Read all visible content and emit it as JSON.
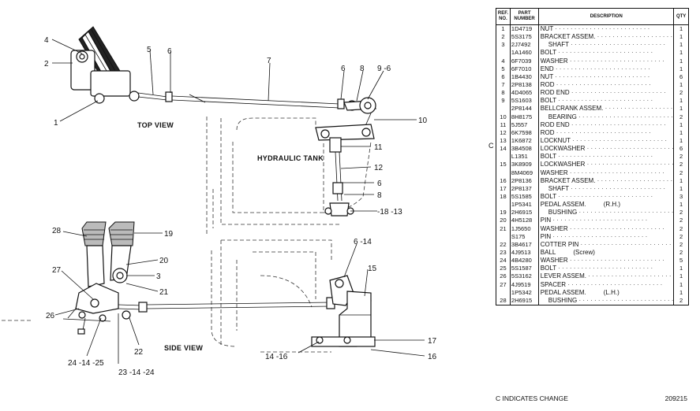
{
  "views": {
    "top": "TOP VIEW",
    "side": "SIDE VIEW",
    "tank": "HYDRAULIC TANK"
  },
  "callouts": {
    "c4": "4",
    "c2": "2",
    "c1": "1",
    "c5": "5",
    "c6a": "6",
    "c7": "7",
    "c6b": "6",
    "c8a": "8",
    "c9_6": "9 -6",
    "c10": "10",
    "c11": "11",
    "c12": "12",
    "c6c": "6",
    "c8b": "8",
    "c18_13": "-18 -13",
    "c28": "28",
    "c19": "19",
    "c20": "20",
    "c3": "3",
    "c21": "21",
    "c27": "27",
    "c26": "26",
    "c6_14": "6 -14",
    "c15": "15",
    "c24_14_25": "24  -14 -25",
    "c23_14_24": "23  -14 -24",
    "c22": "22",
    "c14_16": "14 -16",
    "c17": "17",
    "c16": "16"
  },
  "table": {
    "headers": {
      "ref": "REF. NO.",
      "part": "PART NUMBER",
      "desc": "DESCRIPTION",
      "qty": "QTY"
    },
    "rows": [
      {
        "ref": "1",
        "part": "1D4719",
        "desc": "NUT",
        "qty": "1"
      },
      {
        "ref": "2",
        "part": "5S3175",
        "desc": "BRACKET ASSEM.",
        "qty": "1"
      },
      {
        "ref": "3",
        "part": "2J7492",
        "desc": "SHAFT",
        "indent": true,
        "qty": "1"
      },
      {
        "ref": "",
        "part": "1A1460",
        "desc": "BOLT",
        "qty": "1"
      },
      {
        "ref": "4",
        "part": "6F7039",
        "desc": "WASHER",
        "qty": "1"
      },
      {
        "ref": "5",
        "part": "6F7010",
        "desc": "END",
        "qty": "1"
      },
      {
        "ref": "6",
        "part": "1B4430",
        "desc": "NUT",
        "qty": "6"
      },
      {
        "ref": "7",
        "part": "2P8138",
        "desc": "ROD",
        "qty": "1"
      },
      {
        "ref": "8",
        "part": "4D4065",
        "desc": "ROD END",
        "qty": "2"
      },
      {
        "ref": "9",
        "part": "5S1603",
        "desc": "BOLT",
        "qty": "1"
      },
      {
        "ref": "",
        "part": "2P8144",
        "desc": "BELLCRANK ASSEM.",
        "qty": "1"
      },
      {
        "ref": "10",
        "part": "8H8175",
        "desc": "BEARING",
        "indent": true,
        "qty": "2"
      },
      {
        "ref": "11",
        "part": "5J557",
        "desc": "ROD END",
        "qty": "1"
      },
      {
        "ref": "12",
        "part": "6K7598",
        "desc": "ROD",
        "qty": "1"
      },
      {
        "ref": "13",
        "part": "1K6872",
        "desc": "LOCKNUT",
        "qty": "1"
      },
      {
        "ref": "14",
        "part": "3B4508",
        "desc": "LOCKWASHER",
        "qty": "6"
      },
      {
        "ref": "",
        "part": "L1351",
        "desc": "BOLT",
        "qty": "2"
      },
      {
        "ref": "15",
        "part": "3K8909",
        "desc": "LOCKWASHER",
        "qty": "2"
      },
      {
        "ref": "",
        "part": "8M4069",
        "desc": "WASHER",
        "qty": "2"
      },
      {
        "ref": "16",
        "part": "2P8136",
        "desc": "BRACKET ASSEM.",
        "qty": "1"
      },
      {
        "ref": "17",
        "part": "2P8137",
        "desc": "SHAFT",
        "indent": true,
        "qty": "1"
      },
      {
        "ref": "18",
        "part": "5S1585",
        "desc": "BOLT",
        "qty": "3"
      },
      {
        "ref": "",
        "part": "1P5341",
        "desc": "PEDAL ASSEM.",
        "note": "(R.H.)",
        "qty": "1"
      },
      {
        "ref": "19",
        "part": "2H6915",
        "desc": "BUSHING",
        "indent": true,
        "qty": "2"
      },
      {
        "ref": "20",
        "part": "4H5128",
        "desc": "PIN",
        "qty": "2"
      },
      {
        "ref": "21",
        "part": "1J5650",
        "desc": "WASHER",
        "qty": "2"
      },
      {
        "ref": "",
        "part": "S175",
        "desc": "PIN",
        "qty": "2"
      },
      {
        "ref": "22",
        "part": "3B4617",
        "desc": "COTTER PIN",
        "qty": "2"
      },
      {
        "ref": "23",
        "part": "4J9513",
        "desc": "BALL",
        "note": "(Screw)",
        "qty": "2"
      },
      {
        "ref": "24",
        "part": "4B4280",
        "desc": "WASHER",
        "qty": "5"
      },
      {
        "ref": "25",
        "part": "5S1587",
        "desc": "BOLT",
        "qty": "1"
      },
      {
        "ref": "26",
        "part": "5S3162",
        "desc": "LEVER ASSEM.",
        "qty": "1"
      },
      {
        "ref": "27",
        "part": "4J9519",
        "desc": "SPACER",
        "qty": "1"
      },
      {
        "ref": "",
        "part": "1P5342",
        "desc": "PEDAL ASSEM.",
        "note": "(L.H.)",
        "qty": "1"
      },
      {
        "ref": "28",
        "part": "2H6915",
        "desc": "BUSHING",
        "indent": true,
        "qty": "2"
      }
    ]
  },
  "side_marker": "C",
  "footer": {
    "note": "C INDICATES CHANGE",
    "code": "209215"
  }
}
